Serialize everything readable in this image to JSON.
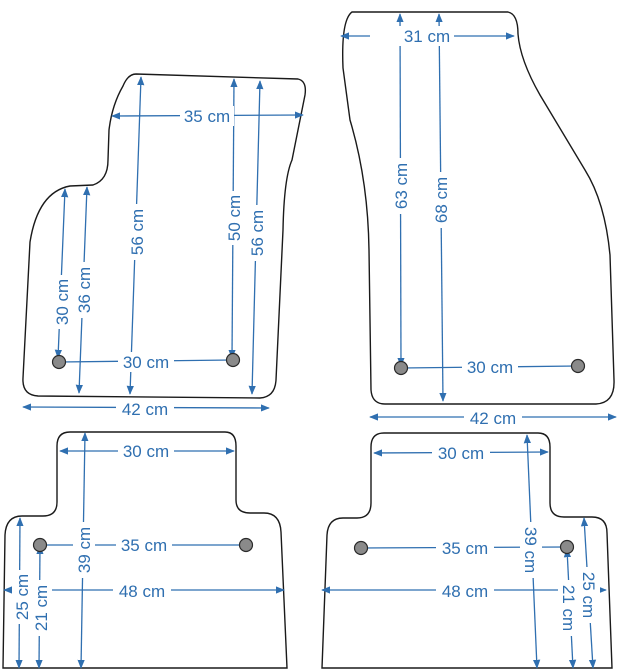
{
  "colors": {
    "dimension": "#2f6fb0",
    "outline": "#1a1a1a",
    "hole": "#8a8a8a"
  },
  "mats": {
    "front_left": {
      "top_width": "35 cm",
      "inner_height": "56 cm",
      "pin_height": "50 cm",
      "outer_height": "56 cm",
      "side_low": "30 cm",
      "side_high": "36 cm",
      "pin_spacing": "30 cm",
      "bottom_width": "42 cm"
    },
    "front_right": {
      "top_width": "31 cm",
      "pin_height": "63 cm",
      "total_height": "68 cm",
      "pin_spacing": "30 cm",
      "bottom_width": "42 cm"
    },
    "rear_left": {
      "top_width": "30 cm",
      "height": "39 cm",
      "pin_spacing": "35 cm",
      "full_width": "48 cm",
      "side_outer": "25 cm",
      "side_inner": "21 cm"
    },
    "rear_right": {
      "top_width": "30 cm",
      "height": "39 cm",
      "pin_spacing": "35 cm",
      "full_width": "48 cm",
      "side_outer": "25 cm",
      "side_inner": "21 cm"
    }
  }
}
